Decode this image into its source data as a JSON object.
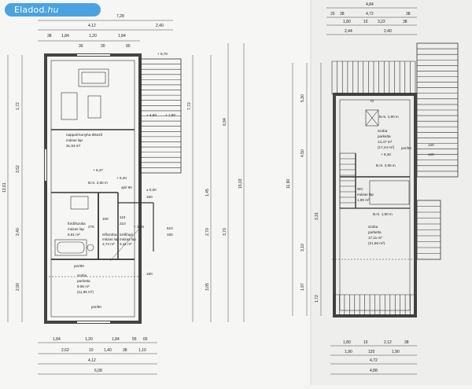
{
  "watermark": {
    "brand": "Eladod",
    "tld": ".hu"
  },
  "left_plan": {
    "top_dims": {
      "total": "7,28",
      "left": "4,12",
      "right": "2,40",
      "parts": [
        "1,84",
        "1,20",
        "1,84"
      ],
      "edges": [
        "38",
        "30",
        "30",
        "90"
      ]
    },
    "bottom_dims": {
      "parts": [
        "1,84",
        "1,20",
        "1,84"
      ],
      "row2": [
        "2,62",
        "10",
        "1,40",
        "38"
      ],
      "row3": [
        "4,12"
      ],
      "total": "6,08",
      "small": [
        "55",
        "65",
        "1,10"
      ]
    },
    "left_dims": [
      "1,72",
      "3,52",
      "2,40",
      "2,90",
      "13,61"
    ],
    "right_dims": [
      "7,72",
      "6,94",
      "15,03",
      "1,45",
      "2,70",
      "3,70",
      "3,05"
    ],
    "levels": [
      "+ 8,70",
      "+ 4,60",
      "+ 1,60",
      "+ 6,47",
      "+ 6,40",
      "± 0,00",
      "+ 3,06"
    ],
    "rooms": [
      {
        "name": "nappali-konyha-étkező",
        "floor": "mázas lap",
        "area": "31,93 m²"
      },
      {
        "name": "fürdőszoba",
        "floor": "mázas lap",
        "area": "6,81 m²"
      },
      {
        "name": "előszoba",
        "floor": "mázas lap",
        "area": "3,74 m²"
      },
      {
        "name": "szélfogó",
        "floor": "mázas lap",
        "area": "3,41 m²"
      },
      {
        "name": "szoba",
        "floor": "parketta",
        "area": "9,95 m²",
        "extra": "(11,95 m²)"
      }
    ],
    "notes": [
      "B.m. 2,65 m",
      "ajtó 90",
      "150",
      "510",
      "150",
      "180",
      "110",
      "210",
      "100",
      "276",
      "pm/90",
      "pm/90"
    ]
  },
  "right_plan": {
    "top_dims": {
      "total": "4,84",
      "mid": "4,72",
      "parts": [
        "1,80",
        "10",
        "3,22",
        "38"
      ],
      "row3": [
        "2,44",
        "2,40"
      ],
      "edges": [
        "20",
        "38",
        "38"
      ]
    },
    "bottom_dims": {
      "parts": [
        "1,80",
        "10",
        "2,12",
        "38"
      ],
      "row2": [
        "1,90",
        "120",
        "1,90"
      ],
      "row3": [
        "4,72"
      ],
      "total": "4,88"
    },
    "left_dims": [
      "5,30",
      "4,50",
      "11,90",
      "3,31",
      "3,10",
      "1,97",
      "1,72"
    ],
    "rooms": [
      {
        "name": "szoba",
        "floor": "parketta",
        "area": "14,47 m²",
        "extra": "(17,44 m²)"
      },
      {
        "name": "szoba",
        "floor": "parketta",
        "area": "17,11 m²",
        "extra": "(21,66 m²)"
      },
      {
        "name": "WC",
        "floor": "mázas lap",
        "area": "1,90 m²"
      }
    ],
    "notes": [
      "B.m. 1,90 m",
      "B.m. 2,65 m",
      "B.m. 1,90 m",
      "+ 8,40",
      "pm/90",
      "120",
      "120",
      "70"
    ]
  }
}
